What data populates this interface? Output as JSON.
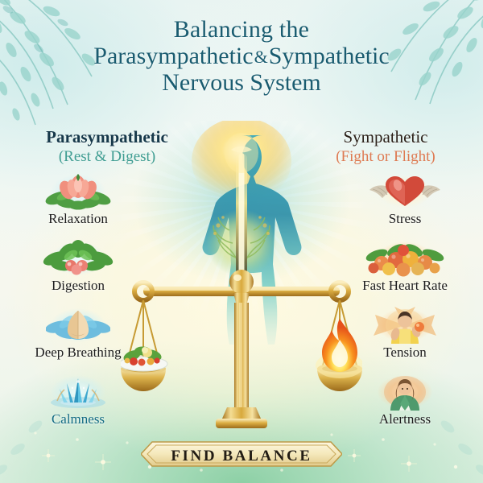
{
  "poster": {
    "title_line1": "Balancing the",
    "title_line2_a": "Parasympathetic",
    "title_line2_amp": "&",
    "title_line2_b": "Sympathetic",
    "title_line3": "Nervous System",
    "banner_label": "FIND BALANCE"
  },
  "columns": {
    "left": {
      "heading": "Parasympathetic",
      "subheading": "(Rest & Digest)",
      "heading_color": "#16384a",
      "subheading_color": "#3f9d92",
      "items": [
        {
          "label": "Relaxation",
          "icon": "lotus-flower-icon"
        },
        {
          "label": "Digestion",
          "icon": "leaves-berries-icon"
        },
        {
          "label": "Deep Breathing",
          "icon": "praying-hands-icon"
        },
        {
          "label": "Calmness",
          "icon": "water-crystal-icon"
        }
      ]
    },
    "right": {
      "heading": "Sympathetic",
      "subheading": "(Fight or Flight)",
      "heading_color": "#2a2018",
      "subheading_color": "#de7a52",
      "items": [
        {
          "label": "Stress",
          "icon": "winged-heart-icon"
        },
        {
          "label": "Fast Heart Rate",
          "icon": "fruit-basket-icon"
        },
        {
          "label": "Tension",
          "icon": "tense-person-icon"
        },
        {
          "label": "Alertness",
          "icon": "alert-person-icon"
        }
      ]
    }
  },
  "center": {
    "figure": "glowing-human-body-icon",
    "scale": "balance-scale-icon",
    "left_pan_contents": "plate-of-vegetables-icon",
    "right_pan_contents": "flame-icon"
  },
  "palette": {
    "title_teal": "#1a5c70",
    "gold": "#d8a93c",
    "gold_light": "#f4dd94",
    "flame_orange": "#f5821f",
    "body_teal": "#2f8fa8",
    "background_green": "#8fd3a8"
  }
}
